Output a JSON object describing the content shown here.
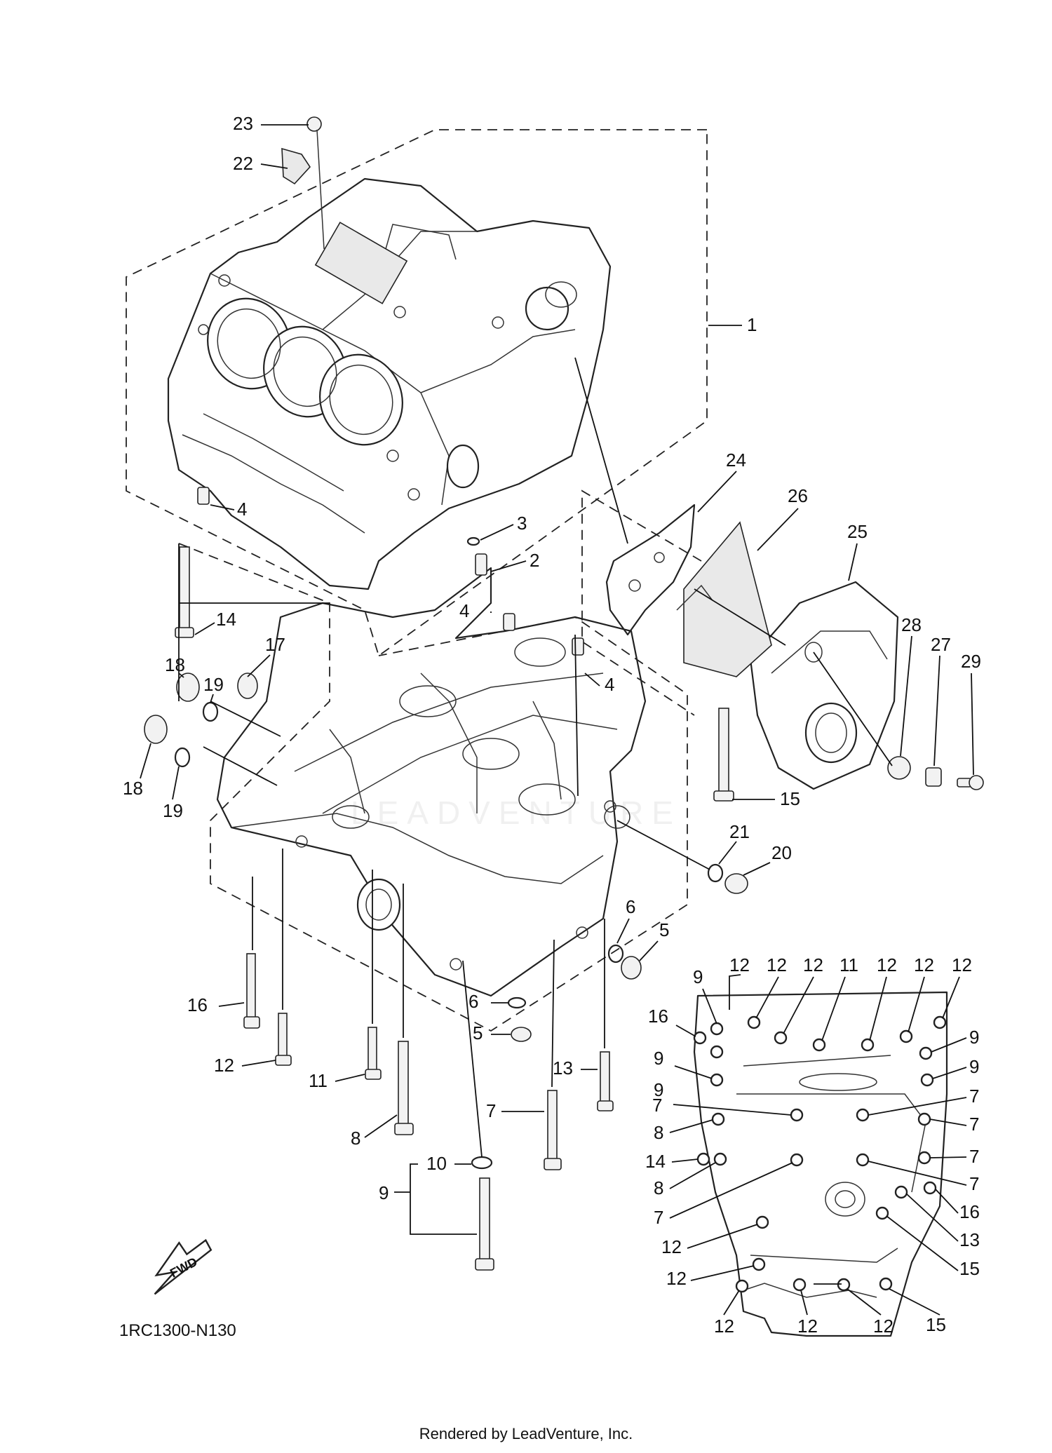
{
  "diagram": {
    "code": "1RC1300-N130",
    "footer": "Rendered by LeadVenture, Inc.",
    "fwd_label": "FWD",
    "watermark": "LEADVENTURE"
  },
  "callouts": [
    {
      "id": "c23",
      "label": "23"
    },
    {
      "id": "c22",
      "label": "22"
    },
    {
      "id": "c1",
      "label": "1"
    },
    {
      "id": "c4a",
      "label": "4"
    },
    {
      "id": "c3",
      "label": "3"
    },
    {
      "id": "c2",
      "label": "2"
    },
    {
      "id": "c24",
      "label": "24"
    },
    {
      "id": "c26",
      "label": "26"
    },
    {
      "id": "c25",
      "label": "25"
    },
    {
      "id": "c28",
      "label": "28"
    },
    {
      "id": "c27",
      "label": "27"
    },
    {
      "id": "c29",
      "label": "29"
    },
    {
      "id": "c14",
      "label": "14"
    },
    {
      "id": "c17",
      "label": "17"
    },
    {
      "id": "c18a",
      "label": "18"
    },
    {
      "id": "c19a",
      "label": "19"
    },
    {
      "id": "c18b",
      "label": "18"
    },
    {
      "id": "c19b",
      "label": "19"
    },
    {
      "id": "c4b",
      "label": "4"
    },
    {
      "id": "c4c",
      "label": "4"
    },
    {
      "id": "c15",
      "label": "15"
    },
    {
      "id": "c21",
      "label": "21"
    },
    {
      "id": "c20",
      "label": "20"
    },
    {
      "id": "c6a",
      "label": "6"
    },
    {
      "id": "c5a",
      "label": "5"
    },
    {
      "id": "c6b",
      "label": "6"
    },
    {
      "id": "c5b",
      "label": "5"
    },
    {
      "id": "c16",
      "label": "16"
    },
    {
      "id": "c12",
      "label": "12"
    },
    {
      "id": "c11",
      "label": "11"
    },
    {
      "id": "c13",
      "label": "13"
    },
    {
      "id": "c8",
      "label": "8"
    },
    {
      "id": "c7",
      "label": "7"
    },
    {
      "id": "c10",
      "label": "10"
    },
    {
      "id": "c9",
      "label": "9"
    }
  ],
  "bolt_map": [
    {
      "id": "m9a",
      "label": "9"
    },
    {
      "id": "m12a",
      "label": "12"
    },
    {
      "id": "m12b",
      "label": "12"
    },
    {
      "id": "m12c",
      "label": "12"
    },
    {
      "id": "m11",
      "label": "11"
    },
    {
      "id": "m12d",
      "label": "12"
    },
    {
      "id": "m12e",
      "label": "12"
    },
    {
      "id": "m12f",
      "label": "12"
    },
    {
      "id": "m16a",
      "label": "16"
    },
    {
      "id": "m9b",
      "label": "9"
    },
    {
      "id": "m9c",
      "label": "9"
    },
    {
      "id": "m9d",
      "label": "9"
    },
    {
      "id": "m9e",
      "label": "9"
    },
    {
      "id": "m7a",
      "label": "7"
    },
    {
      "id": "m7b",
      "label": "7"
    },
    {
      "id": "m8a",
      "label": "8"
    },
    {
      "id": "m7c",
      "label": "7"
    },
    {
      "id": "m14",
      "label": "14"
    },
    {
      "id": "m7d",
      "label": "7"
    },
    {
      "id": "m8b",
      "label": "8"
    },
    {
      "id": "m7e",
      "label": "7"
    },
    {
      "id": "m7f",
      "label": "7"
    },
    {
      "id": "m16b",
      "label": "16"
    },
    {
      "id": "m13",
      "label": "13"
    },
    {
      "id": "m12g",
      "label": "12"
    },
    {
      "id": "m15a",
      "label": "15"
    },
    {
      "id": "m12h",
      "label": "12"
    },
    {
      "id": "m15b",
      "label": "15"
    },
    {
      "id": "m12i",
      "label": "12"
    },
    {
      "id": "m12j",
      "label": "12"
    },
    {
      "id": "m12k",
      "label": "12"
    }
  ]
}
